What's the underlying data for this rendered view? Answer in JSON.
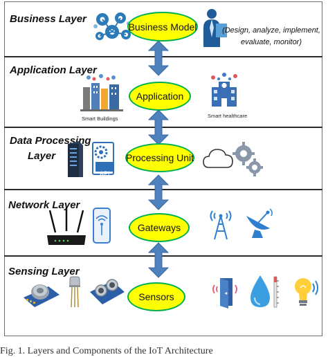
{
  "layers": [
    {
      "title": "Business Layer",
      "component": "Business Model",
      "note": [
        "(Design, analyze, implement,",
        "evaluate, monitor)"
      ]
    },
    {
      "title": "Application Layer",
      "component": "Application",
      "left_caption": "Smart Buildings",
      "right_caption": "Smart healthcare"
    },
    {
      "title_lines": [
        "Data Processing",
        "Layer"
      ],
      "component": "Processing Unit",
      "api_label": "API"
    },
    {
      "title": "Network Layer",
      "component": "Gateways"
    },
    {
      "title": "Sensing Layer",
      "component": "Sensors"
    }
  ],
  "figure_caption": "Fig. 1.  Layers and Components of the IoT Architecture",
  "colors": {
    "ellipse_fill": "#ffff00",
    "ellipse_border": "#00b050",
    "arrow": "#4f81bd"
  }
}
